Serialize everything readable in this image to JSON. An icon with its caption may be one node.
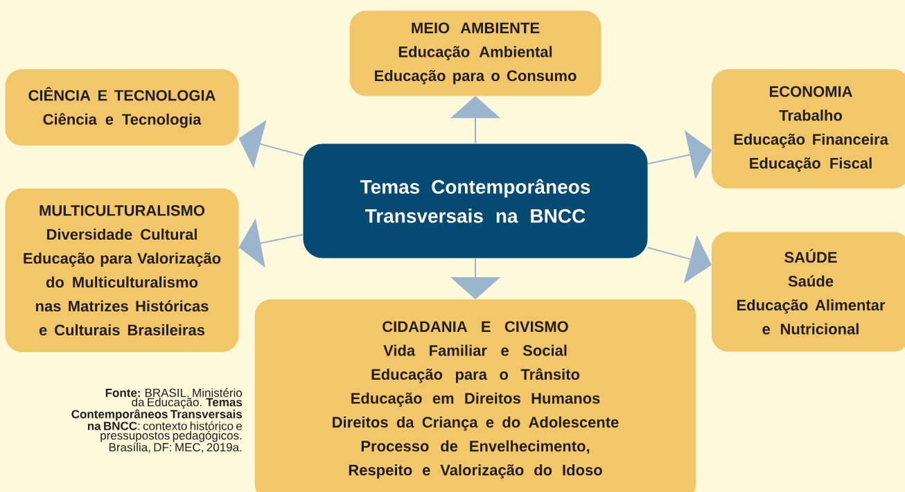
{
  "diagram": {
    "caption": "**Fonte:** BRASIL. Ministério da Educação. **Temas Contemporâneos Transversais na BNCC**: contexto histórico e pressupostos pedagógicos. Brasília, DF: MEC, 2019a.",
    "nodes": [
      {
        "text": [
          "MEIO AMBIENTE",
          "Educação Ambiental",
          "Educação para o Consumo"
        ]
      },
      {
        "text": [
          "CIÊNCIA E TECNOLOGIA",
          "Ciência e Tecnologia"
        ]
      },
      {
        "text": [
          "ECONOMIA",
          "Trabalho",
          "Educação Financeira",
          "Educação Fiscal"
        ]
      },
      {
        "text": [
          "Temas Contemporâneos Transversais na BNCC"
        ]
      },
      {
        "text": [
          "MULTICULTURALISMO",
          "Diversidade Cultural",
          "Educação para Valorização do Multiculturalismo nas Matrizes Históricas e Culturais Brasileiras"
        ]
      },
      {
        "text": [
          "SAÚDE",
          "Saúde",
          "Educação Alimentar e Nutricional"
        ]
      },
      {
        "text": [
          "CIDADANIA E CIVISMO",
          "Vida Familiar e Social",
          "Educação para o Trânsito",
          "Educação em Direitos Humanos",
          "Direitos da Criança e do Adolescente",
          "Processo de Envelhecimento, Respeito e Valorização do Idoso"
        ]
      }
    ],
    "edges": [
      {
        "from": 3,
        "to": 0,
        "arrow": "to"
      },
      {
        "from": 3,
        "to": 1,
        "arrow": "to"
      },
      {
        "from": 3,
        "to": 2,
        "arrow": "to"
      },
      {
        "from": 3,
        "to": 4,
        "arrow": "to"
      },
      {
        "from": 3,
        "to": 5,
        "arrow": "to"
      },
      {
        "from": 3,
        "to": 6,
        "arrow": "to"
      }
    ]
  }
}
